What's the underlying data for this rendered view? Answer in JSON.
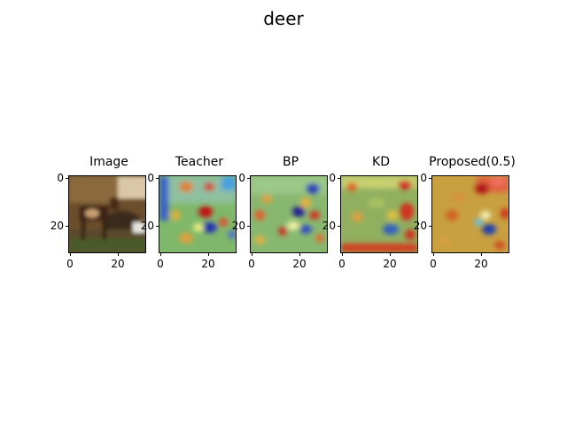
{
  "figure": {
    "title": "deer",
    "x_ticks": [
      "0",
      "20"
    ],
    "y_ticks": [
      "0",
      "20"
    ]
  },
  "panels": [
    {
      "title": "Image",
      "kind": "photo"
    },
    {
      "title": "Teacher",
      "kind": "heatmap-teacher"
    },
    {
      "title": "BP",
      "kind": "heatmap-bp"
    },
    {
      "title": "KD",
      "kind": "heatmap-kd"
    },
    {
      "title": "Proposed(0.5)",
      "kind": "heatmap-proposed"
    }
  ]
}
